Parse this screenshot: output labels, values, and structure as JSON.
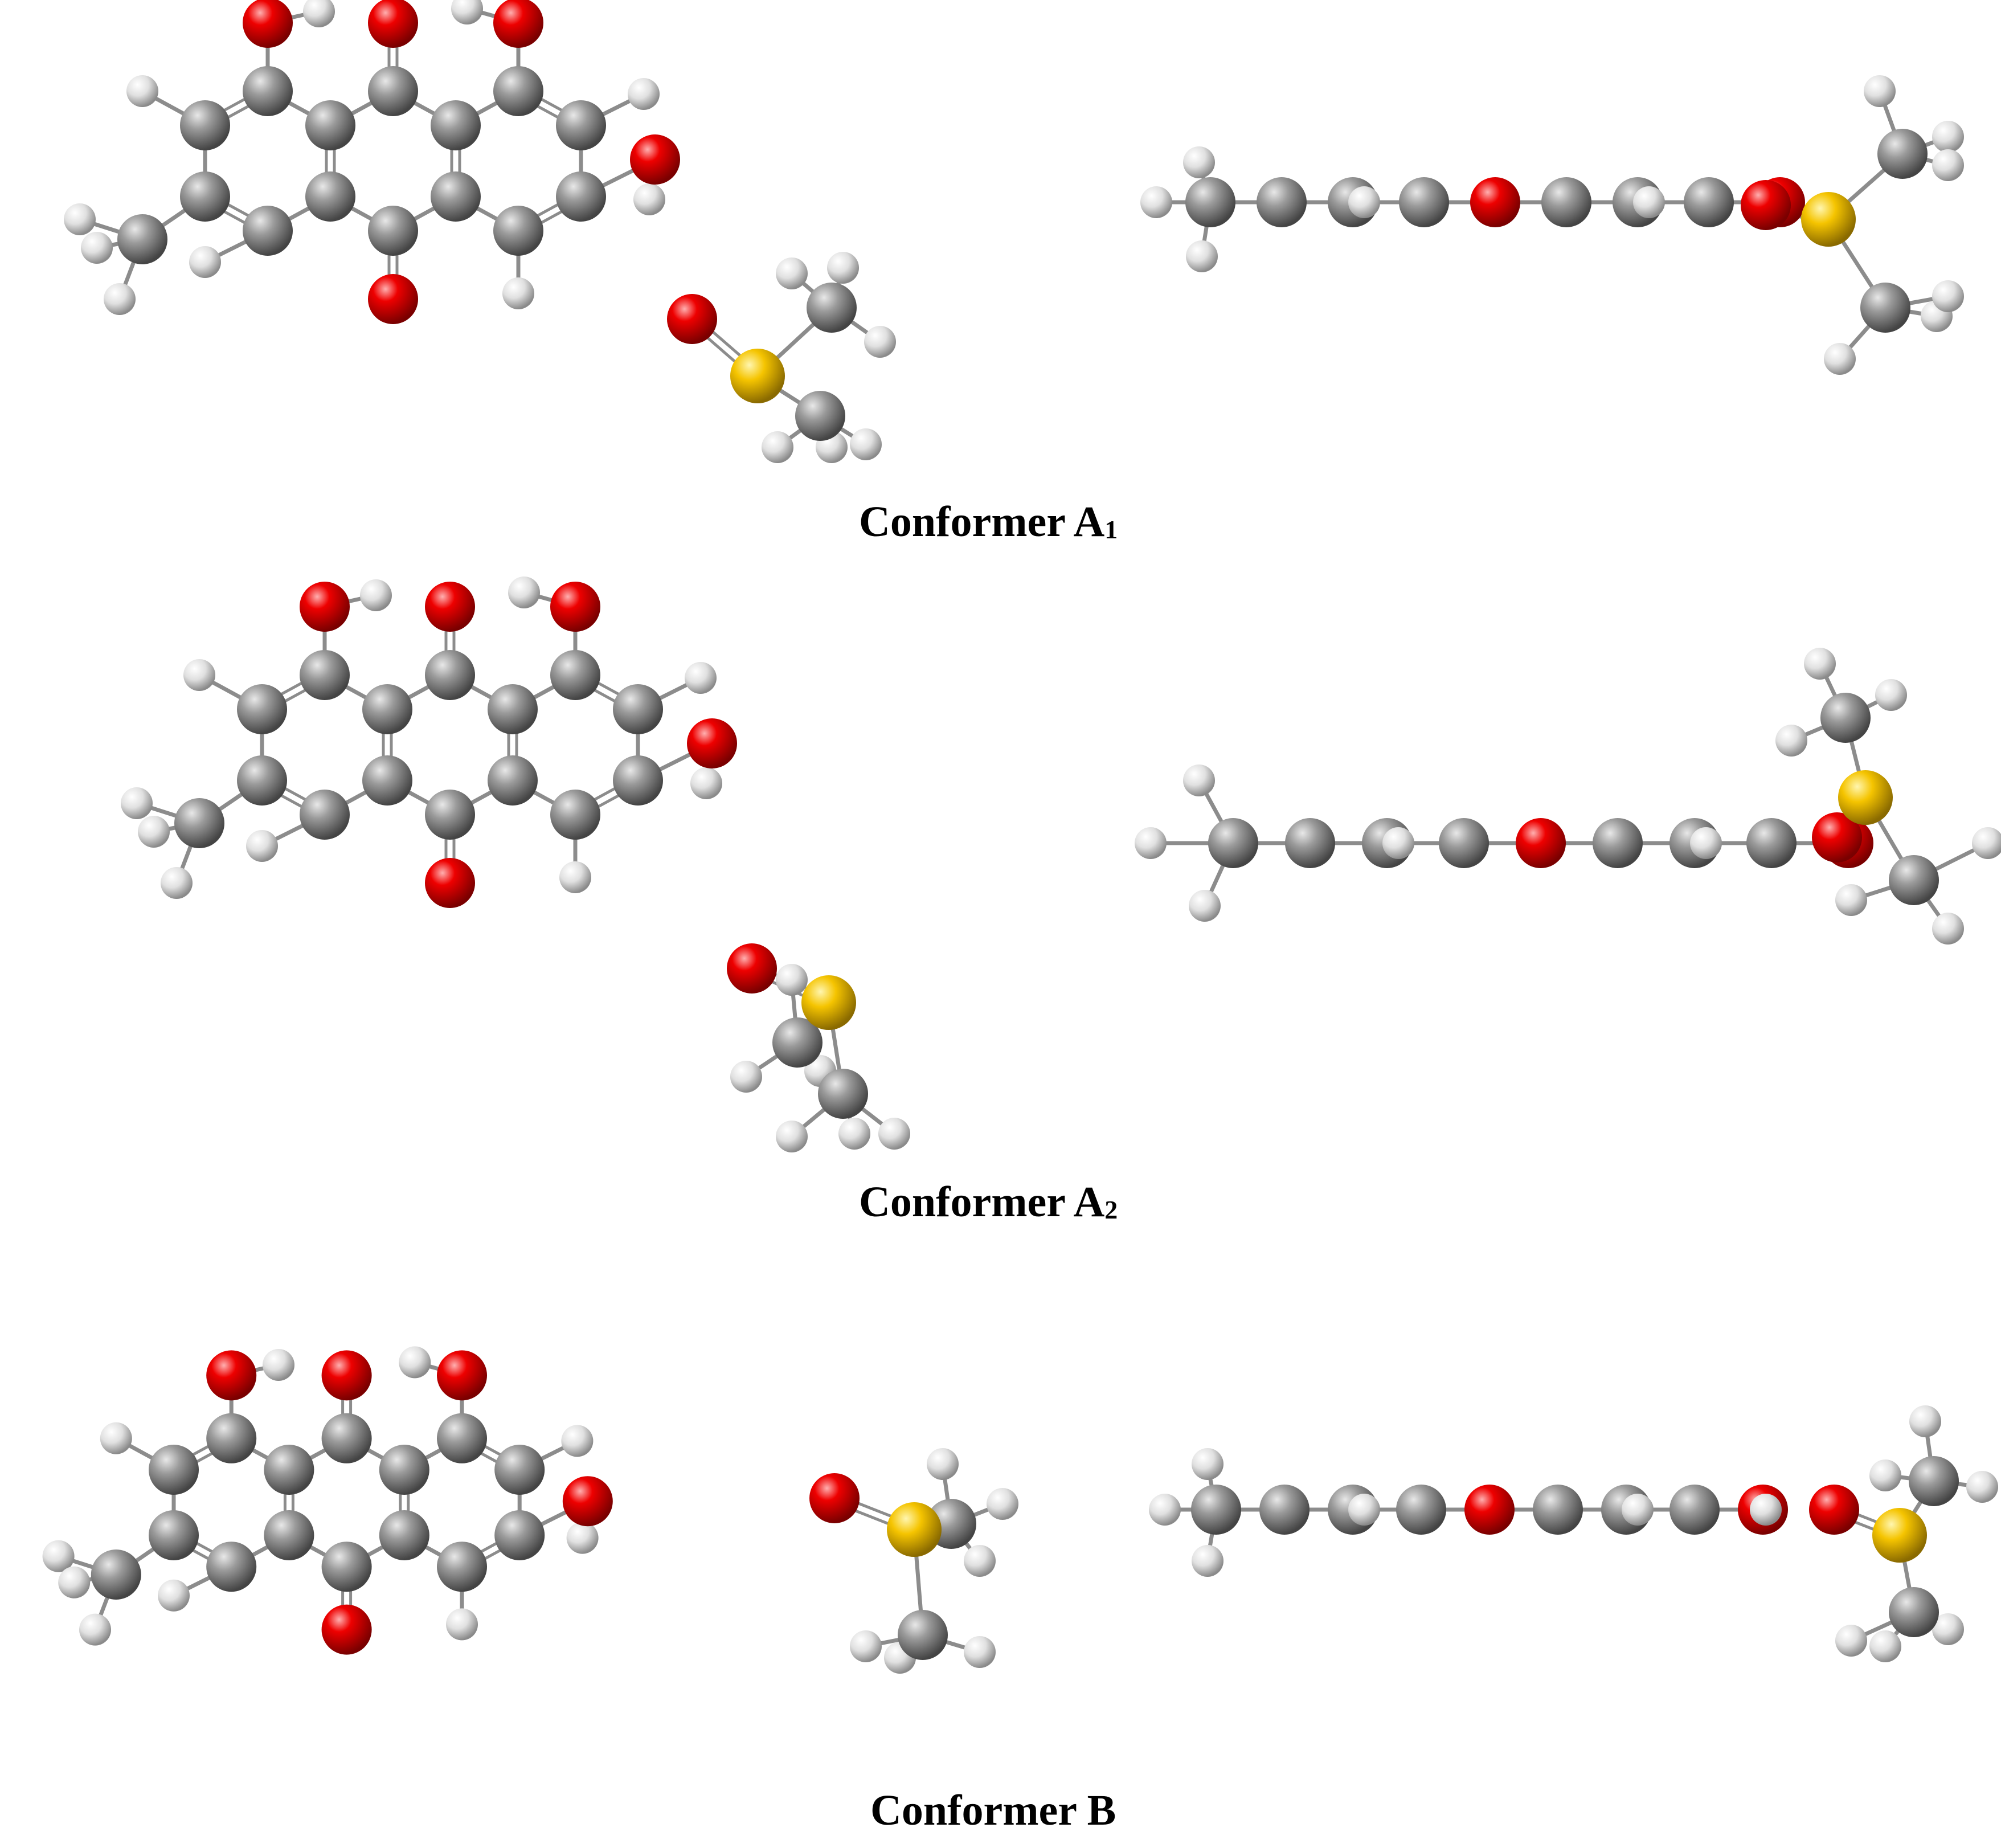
{
  "figure": {
    "panels": [
      {
        "id": "A1",
        "label_main": "Conformer A",
        "label_sub": "1"
      },
      {
        "id": "A2",
        "label_main": "Conformer A",
        "label_sub": "2"
      },
      {
        "id": "B",
        "label_main": "Conformer B",
        "label_sub": ""
      }
    ],
    "views": [
      "front-view",
      "side-view"
    ],
    "atom_colors": {
      "carbon": "#7f7f7f",
      "oxygen": "#e00000",
      "hydrogen": "#e6e6e6",
      "sulfur": "#f2c200"
    },
    "molecules": [
      "anthraquinone-derivative",
      "dimethyl-sulfoxide"
    ]
  }
}
